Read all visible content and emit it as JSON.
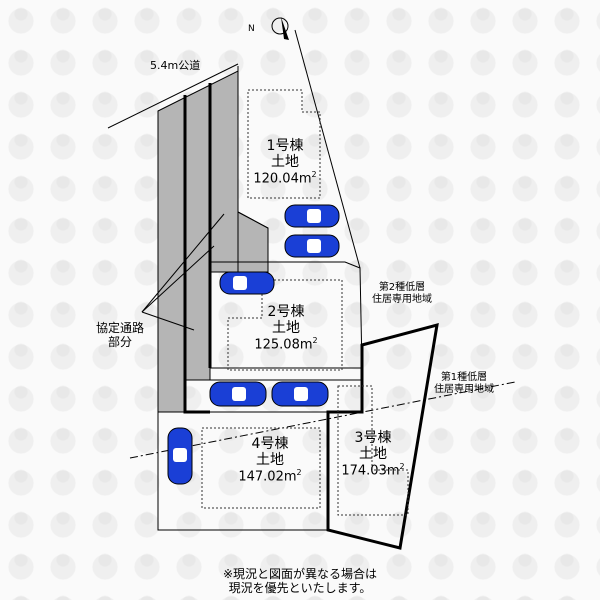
{
  "road": {
    "label": "5.4m公道"
  },
  "shared_path": {
    "label_line1": "協定通路",
    "label_line2": "部分"
  },
  "lots": [
    {
      "id": "1",
      "name": "1号棟",
      "kind": "土地",
      "area": "120.04",
      "unit": "m",
      "unit_sup": "2"
    },
    {
      "id": "2",
      "name": "2号棟",
      "kind": "土地",
      "area": "125.08",
      "unit": "m",
      "unit_sup": "2"
    },
    {
      "id": "3",
      "name": "3号棟",
      "kind": "土地",
      "area": "174.03",
      "unit": "m",
      "unit_sup": "2"
    },
    {
      "id": "4",
      "name": "4号棟",
      "kind": "土地",
      "area": "147.02",
      "unit": "m",
      "unit_sup": "2"
    }
  ],
  "zones": [
    {
      "line1": "第2種低層",
      "line2": "住居専用地域"
    },
    {
      "line1": "第1種低層",
      "line2": "住居専用地域"
    }
  ],
  "north": {
    "label": "N"
  },
  "note": {
    "line1": "※現況と図面が異なる場合は",
    "line2": "現況を優先といたします。"
  },
  "colors": {
    "car": "#1a3fd6",
    "path": "#b5b5b5",
    "line": "#000000"
  }
}
